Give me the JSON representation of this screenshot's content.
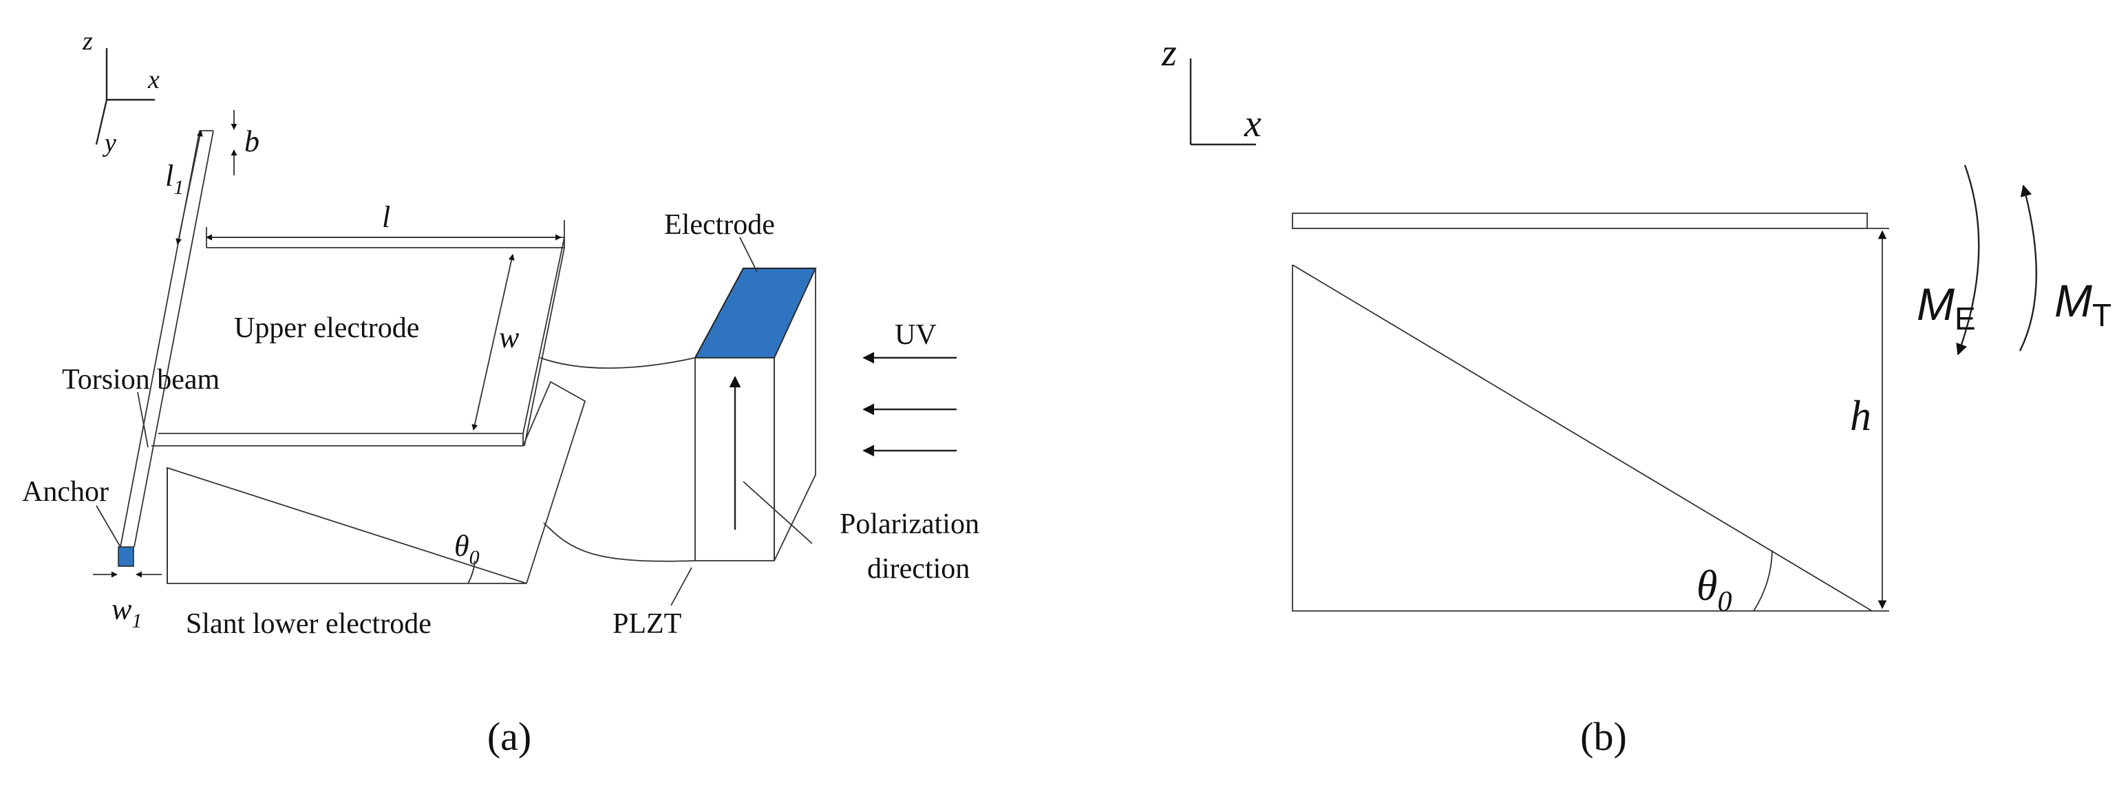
{
  "colors": {
    "accent_blue": "#2f74c0",
    "line": "#222222",
    "background": "#ffffff"
  },
  "panel_a": {
    "caption": "(a)",
    "axes": {
      "z": "z",
      "x": "x",
      "y": "y"
    },
    "dims": {
      "l1": "l",
      "l1_sub": "1",
      "b": "b",
      "l": "l",
      "w": "w",
      "w1": "w",
      "w1_sub": "1",
      "theta": "θ",
      "theta_sub": "0"
    },
    "labels": {
      "electrode": "Electrode",
      "upper_electrode": "Upper electrode",
      "torsion_beam": "Torsion beam",
      "anchor": "Anchor",
      "slant_lower_electrode": "Slant lower electrode",
      "uv": "UV",
      "plzt": "PLZT",
      "polarization_1": "Polarization",
      "polarization_2": "direction"
    }
  },
  "panel_b": {
    "caption": "(b)",
    "axes": {
      "z": "z",
      "x": "x"
    },
    "labels": {
      "h": "h",
      "theta": "θ",
      "theta_sub": "0",
      "me": "M",
      "me_sub": "E",
      "mt": "M",
      "mt_sub": "T"
    }
  }
}
